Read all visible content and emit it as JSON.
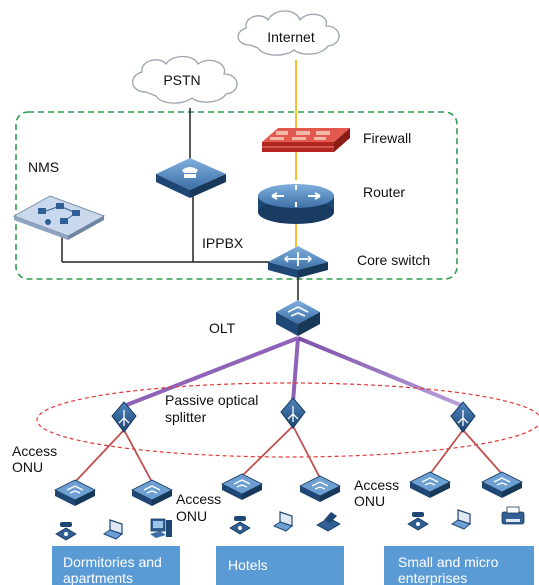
{
  "clouds": {
    "internet": "Internet",
    "pstn": "PSTN"
  },
  "devices": {
    "firewall": "Firewall",
    "router": "Router",
    "core_switch": "Core switch",
    "nms": "NMS",
    "ippbx": "IPPBX",
    "olt": "OLT",
    "splitter": [
      "Passive optical",
      "splitter"
    ],
    "access_onu_left": [
      "Access",
      "ONU"
    ],
    "access_onu_mid": [
      "Access",
      "ONU"
    ],
    "access_onu_right": [
      "Access",
      "ONU"
    ]
  },
  "segments": {
    "dormitories": [
      "Dormitories and",
      "apartments"
    ],
    "hotels": "Hotels",
    "enterprises": [
      "Small and micro",
      "enterprises"
    ]
  },
  "colors": {
    "dashed_box": "#2e9e4a",
    "internet_link": "#f2c12e",
    "fiber": "#8e63b8",
    "onu_link": "#c0504d",
    "splitter_ellipse": "#e03a3a",
    "device_blue": "#2f5f93",
    "segment_bar": "#5b9bd5"
  },
  "icons": [
    "cloud-icon",
    "firewall-icon",
    "router-icon",
    "switch-icon",
    "phone-switch-icon",
    "nms-icon",
    "olt-icon",
    "splitter-icon",
    "onu-icon",
    "phone-icon",
    "laptop-icon",
    "pc-icon",
    "fax-icon",
    "printer-icon"
  ]
}
